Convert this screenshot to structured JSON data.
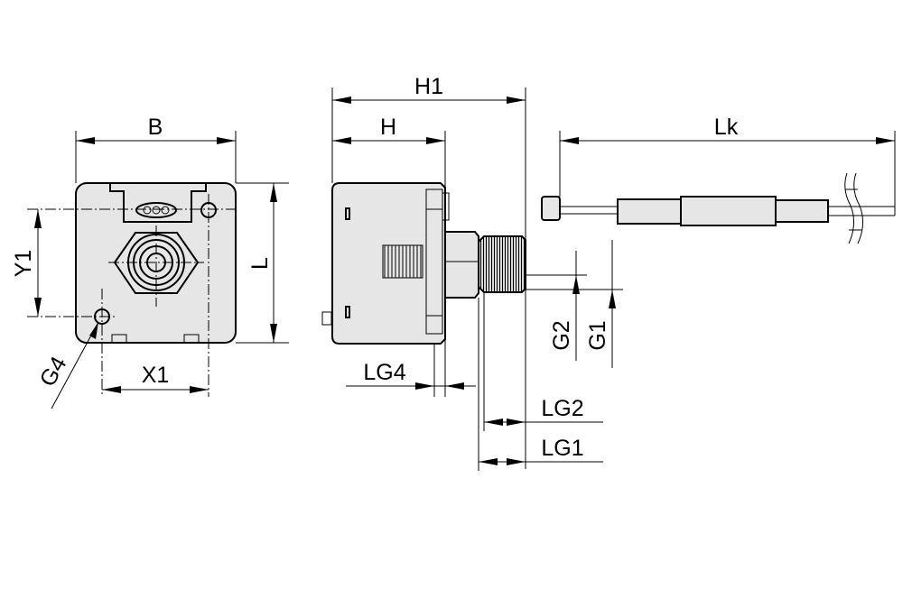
{
  "dimensions": {
    "B": "B",
    "L": "L",
    "Y1": "Y1",
    "X1": "X1",
    "G4": "G4",
    "H1": "H1",
    "H": "H",
    "Lk": "Lk",
    "G2": "G2",
    "G1": "G1",
    "LG4": "LG4",
    "LG2": "LG2",
    "LG1": "LG1"
  }
}
